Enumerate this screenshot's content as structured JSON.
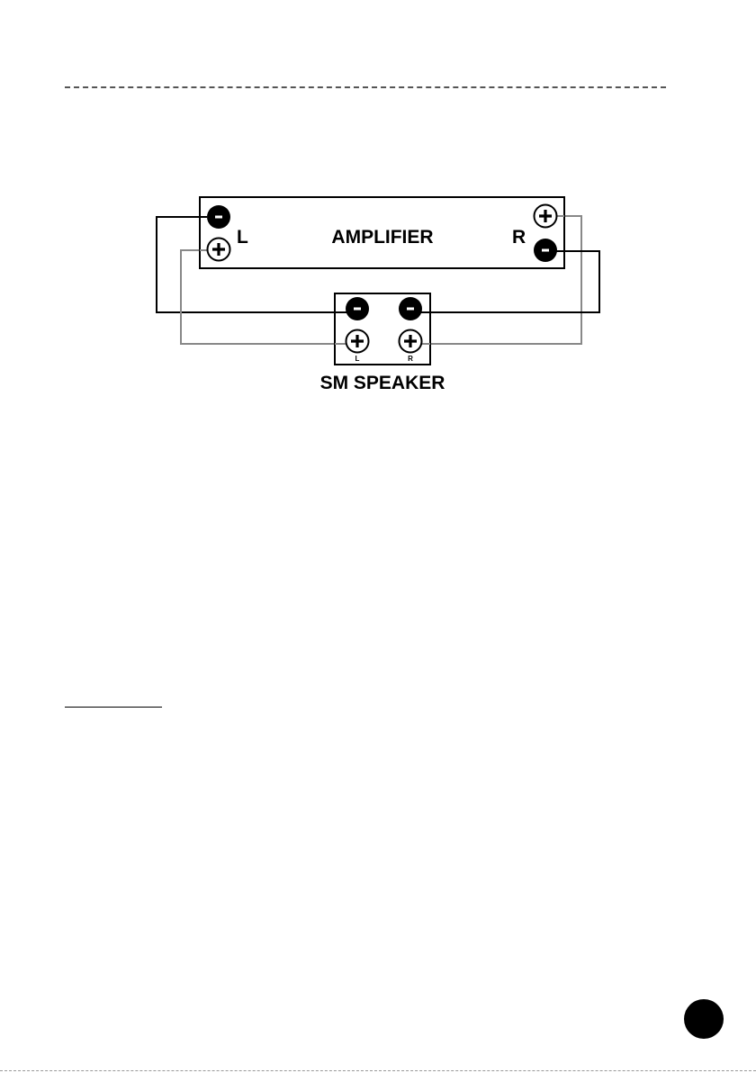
{
  "diagram": {
    "amplifier_label": "AMPLIFIER",
    "amp_left_channel": "L",
    "amp_right_channel": "R",
    "speaker_label": "SM SPEAKER",
    "speaker_left_channel": "L",
    "speaker_right_channel": "R",
    "minus_symbol": "-",
    "colors": {
      "negative_wire": "#000000",
      "positive_wire": "#888888",
      "terminal_negative": "#000000",
      "terminal_positive_ring": "#000000"
    }
  }
}
